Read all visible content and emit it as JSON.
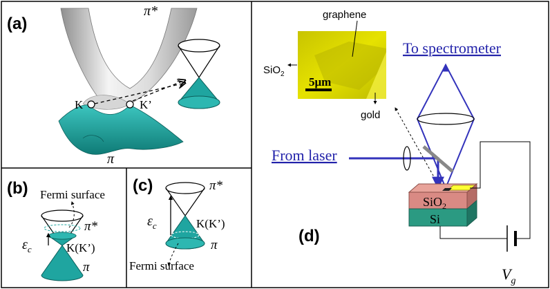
{
  "panel_a": {
    "label": "(a)",
    "upper_band": "π*",
    "lower_band": "π",
    "point_k": "K",
    "point_k_prime": "K’"
  },
  "panel_b": {
    "label": "(b)",
    "fermi_surface": "Fermi surface",
    "upper_band": "π*",
    "lower_band": "π",
    "dirac_point": "K(K’)",
    "energy_symbol": "ε",
    "energy_subscript": "c"
  },
  "panel_c": {
    "label": "(c)",
    "fermi_surface": "Fermi surface",
    "upper_band": "π*",
    "lower_band": "π",
    "dirac_point": "K(K’)",
    "energy_symbol": "ε",
    "energy_subscript": "c"
  },
  "panel_d": {
    "label": "(d)",
    "graphene": "graphene",
    "sio2_prefix": "SiO",
    "sio2_sub": "2",
    "scale_bar": "5μm",
    "gold": "gold",
    "to_spectrometer": "To spectrometer",
    "from_laser": "From laser",
    "layer_top": "SiO",
    "layer_top_sub": "2",
    "layer_bottom": "Si",
    "gate_symbol": "V",
    "gate_subscript": "g"
  },
  "colors": {
    "teal": "#1fa5a0",
    "teal_dark": "#137c78",
    "beam_blue": "#3333bb",
    "link_blue": "#2222aa",
    "micrograph_yellow": "#d8d800",
    "sio2_layer": "#d98a84",
    "si_layer": "#2b9a82"
  }
}
